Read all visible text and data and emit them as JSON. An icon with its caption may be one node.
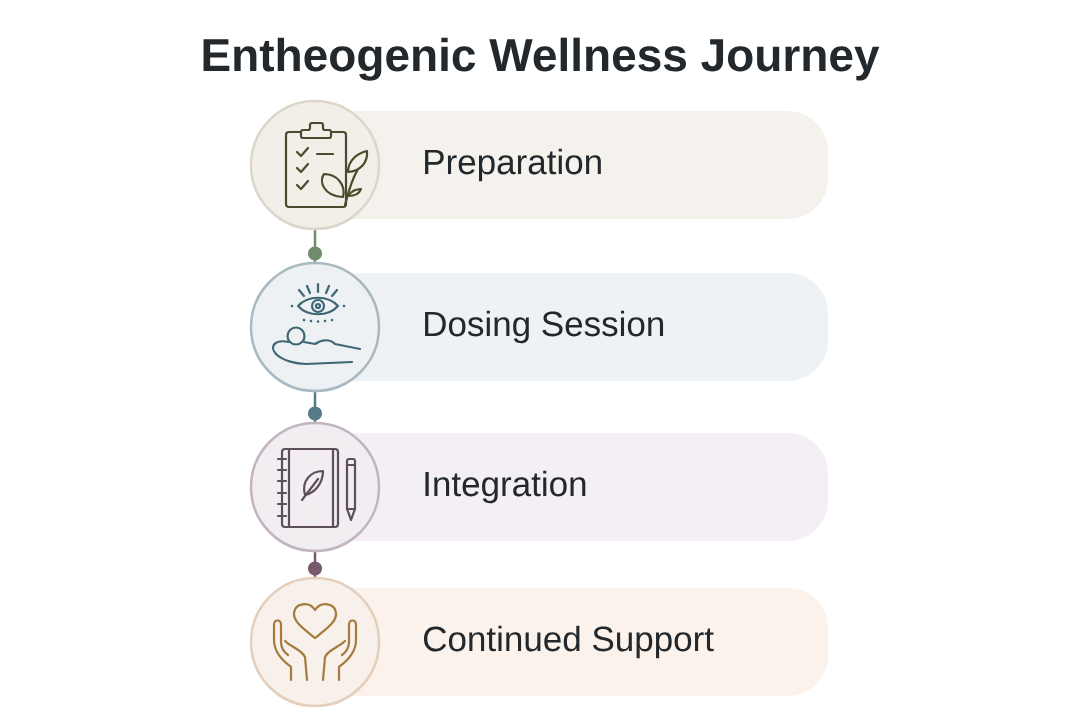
{
  "diagram": {
    "title": "Entheogenic Wellness Journey",
    "nodes": [
      {
        "text": [],
        "shape": "circle"
      },
      {
        "text": [
          "Preparation"
        ]
      },
      {
        "text": [],
        "shape": "circle"
      },
      {
        "text": [
          "Dosing Session"
        ]
      },
      {
        "text": [],
        "shape": "circle"
      },
      {
        "text": [
          "Integration"
        ]
      },
      {
        "text": [],
        "shape": "circle"
      },
      {
        "text": [
          "Continued Support"
        ]
      }
    ],
    "edges": [
      {
        "from": 0,
        "to": 2,
        "arrow": "other",
        "color": "#6f8b6b"
      },
      {
        "from": 2,
        "to": 4,
        "arrow": "other",
        "color": "#557b8a"
      },
      {
        "from": 4,
        "to": 6,
        "arrow": "other",
        "color": "#78596b"
      }
    ]
  }
}
